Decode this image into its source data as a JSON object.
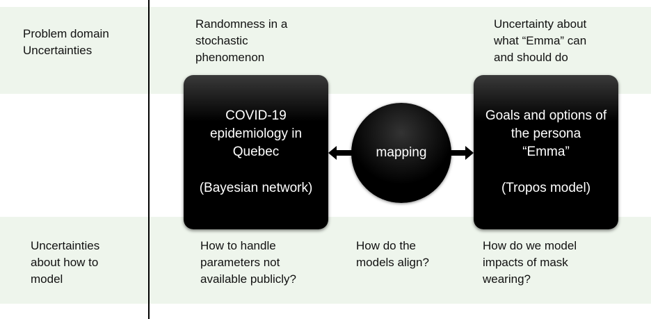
{
  "rows": {
    "top_label": "Problem domain\nUncertainties",
    "bottom_label": "Uncertainties\nabout how to\nmodel"
  },
  "top": {
    "left": "Randomness in a\nstochastic\nphenomenon",
    "right": "Uncertainty about\nwhat “Emma” can\nand should do"
  },
  "boxes": {
    "left": {
      "title": "COVID-19\nepidemiology in\nQuebec",
      "subtitle": "(Bayesian network)"
    },
    "right": {
      "title": "Goals and options of\nthe persona\n“Emma”",
      "subtitle": "(Tropos model)"
    },
    "center": "mapping"
  },
  "bottom": {
    "left": "How to handle\nparameters not\navailable publicly?",
    "center": "How do the\nmodels align?",
    "right": "How do we model\nimpacts of mask\nwearing?"
  }
}
